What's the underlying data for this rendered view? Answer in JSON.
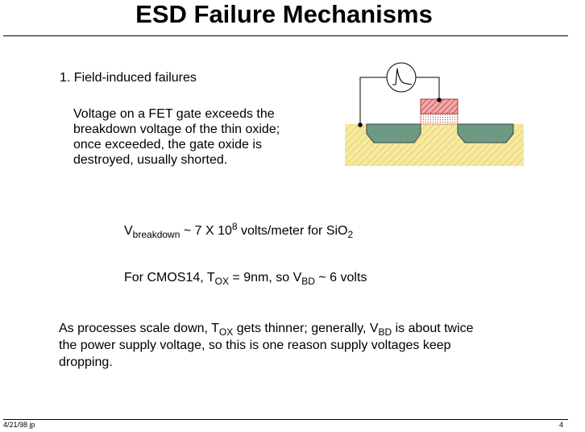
{
  "title": "ESD Failure Mechanisms",
  "item1": "1.  Field-induced failures",
  "para1": [
    "Voltage on a FET gate exceeds the",
    "breakdown voltage of the thin oxide;",
    "once exceeded, the gate oxide is",
    "destroyed, usually shorted."
  ],
  "eq1": {
    "v": "V",
    "v_sub": "breakdown",
    "mid": " ~ 7 X 10",
    "exp": "8",
    "rest": " volts/meter for SiO",
    "rest_sub": "2"
  },
  "eq2": {
    "pre": "For CMOS14, T",
    "t_sub": "OX",
    "mid": " = 9nm, so V",
    "v_sub": "BD",
    "rest": " ~ 6 volts"
  },
  "para2": {
    "l1_pre": "As processes scale down, T",
    "l1_sub1": "OX",
    "l1_mid": " gets thinner; generally, V",
    "l1_sub2": "BD",
    "l1_post": " is about twice",
    "l2": "the power supply voltage, so this is one reason supply voltages keep",
    "l3": "dropping."
  },
  "footer": {
    "date": "4/21/98  jp",
    "page": "4"
  },
  "diagram": {
    "icon": "pulse-source-icon",
    "colors": {
      "substrate": "#f6e9a0",
      "diffusion": "#6e9a85",
      "gate": "#e0787a",
      "oxide": "#f3c6c6"
    }
  }
}
